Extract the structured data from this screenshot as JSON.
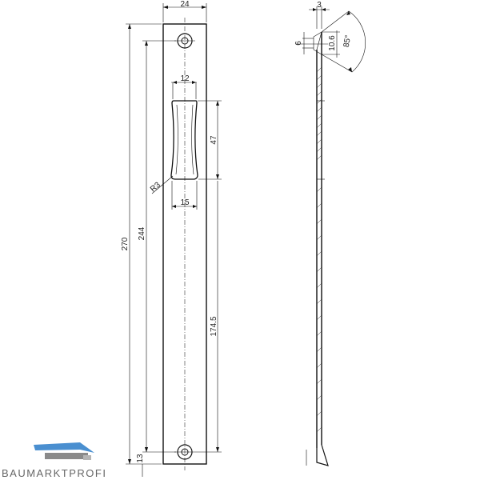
{
  "dimensions": {
    "width_24": "24",
    "thickness_3": "3",
    "slot_width_12": "12",
    "slot_height_47": "47",
    "radius": "R3",
    "slot_offset_15": "15",
    "overall_270": "270",
    "hole_span_244": "244",
    "slot_to_hole_174_5": "174.5",
    "end_13": "13",
    "hole_6": "6",
    "countersink_10_6": "10.6",
    "angle_85": "85°"
  },
  "logo": {
    "text": "BAUMARKTPROFI"
  },
  "colors": {
    "line": "#111111",
    "logo_blue": "#4a8fd0",
    "logo_gray": "#8a8a8a"
  }
}
